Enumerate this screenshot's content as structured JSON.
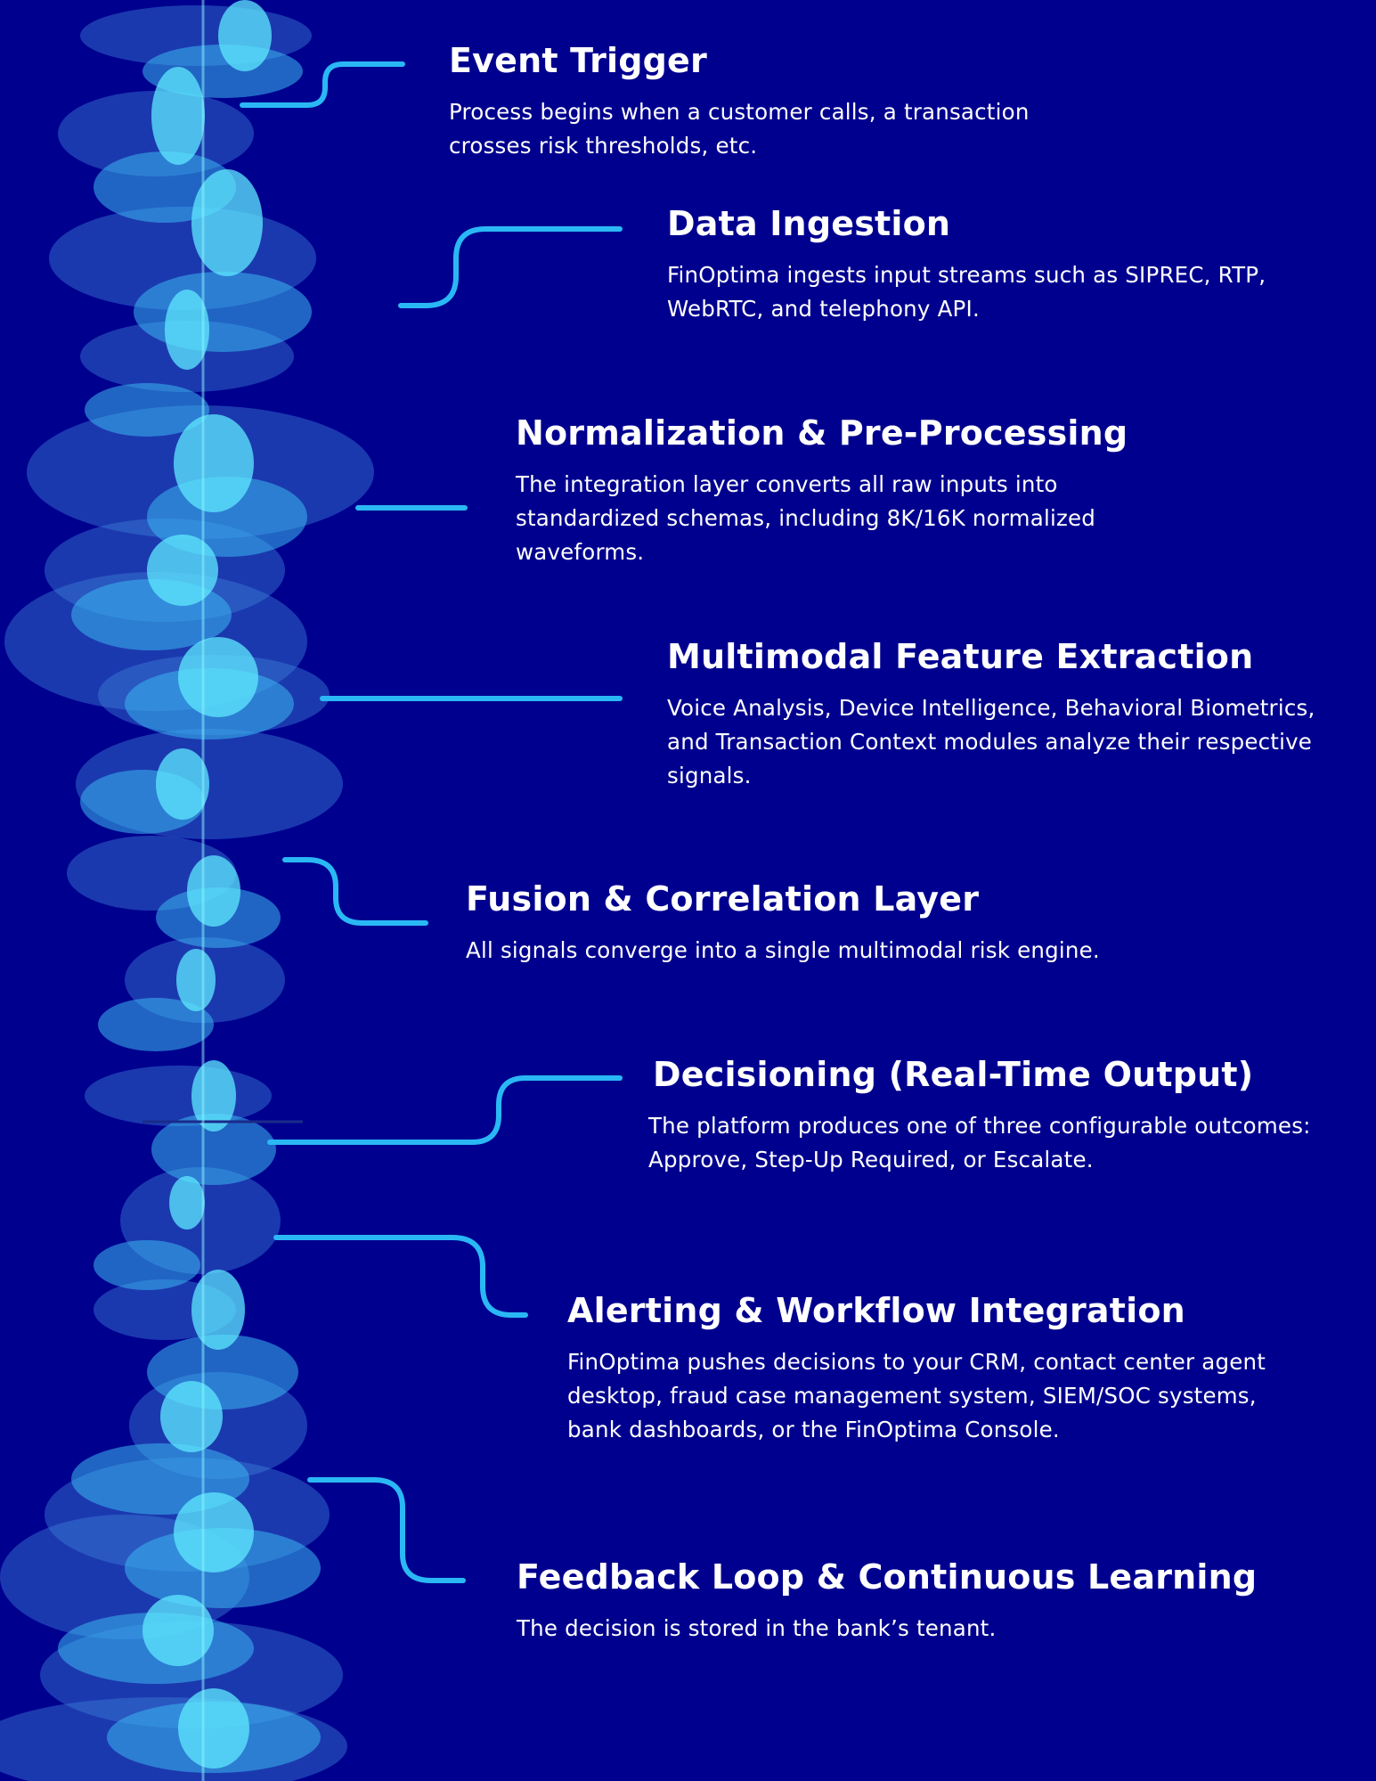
{
  "colors": {
    "background": "#00008f",
    "connector": "#2ab8f5",
    "wave_light": "#5fe9ff",
    "wave_mid": "#3ab8f0",
    "wave_dark": "#3c7fd8"
  },
  "steps": [
    {
      "title": "Event Trigger",
      "description": "Process begins when a customer calls, a transaction crosses risk thresholds, etc."
    },
    {
      "title": "Data Ingestion",
      "description": "FinOptima ingests input streams such as SIPREC, RTP, WebRTC, and telephony API."
    },
    {
      "title": "Normalization & Pre-Processing",
      "description": "The integration layer converts all raw inputs into standardized schemas, including 8K/16K normalized waveforms."
    },
    {
      "title": "Multimodal Feature Extraction",
      "description": "Voice Analysis, Device Intelligence, Behavioral Biometrics, and Transaction Context modules analyze their respective signals."
    },
    {
      "title": "Fusion & Correlation Layer",
      "description": "All signals converge into a single multimodal risk engine."
    },
    {
      "title": "Decisioning (Real-Time Output)",
      "description": "The platform produces one of three configurable outcomes: Approve, Step-Up Required, or Escalate."
    },
    {
      "title": "Alerting & Workflow Integration",
      "description": "FinOptima pushes decisions to your CRM, contact center agent desktop, fraud case management system, SIEM/SOC systems, bank dashboards, or the FinOptima Console."
    },
    {
      "title": "Feedback Loop & Continuous Learning",
      "description": "The decision is stored in the bank’s tenant."
    }
  ]
}
